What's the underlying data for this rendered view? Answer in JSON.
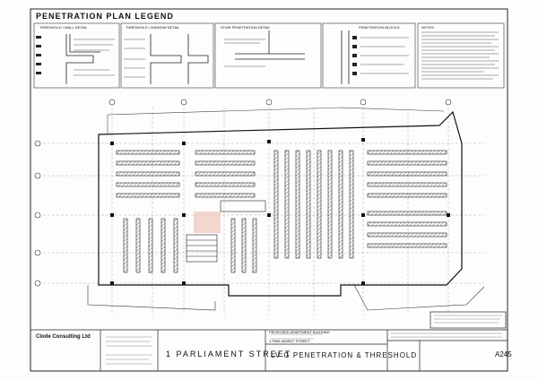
{
  "legend": {
    "title": "PENETRATION PLAN LEGEND",
    "threshold_wall": "THRESHOLD / WALL DETAIL",
    "threshold_window": "THRESHOLD / WINDOW DETAIL",
    "stair": "STAIR PENETRATION DETAIL",
    "penetration_blocks": "PENETRATION BLOCKS",
    "notes": "NOTES"
  },
  "title_block": {
    "company": "Clode Consulting Ltd",
    "street": "1 PARLIAMENT STREET",
    "drawing_title": "LV G PENETRATION & THRESHOLD",
    "drawing_number": "A245",
    "project": "PROPOSED APARTMENT BUILDING",
    "project_address": "1 PARLIAMENT STREET"
  },
  "colors": {
    "ink": "#222222",
    "hatch": "#555555",
    "highlight": "#e8b8a8"
  }
}
